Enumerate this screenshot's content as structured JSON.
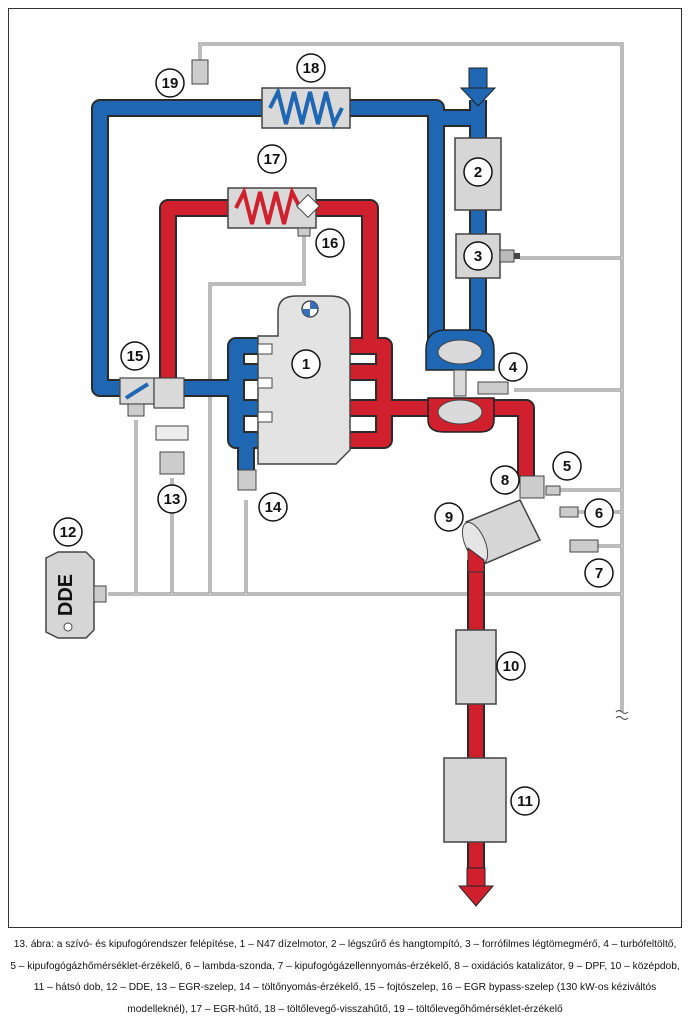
{
  "components": [
    {
      "id": "1",
      "label": "1"
    },
    {
      "id": "2",
      "label": "2"
    },
    {
      "id": "3",
      "label": "3"
    },
    {
      "id": "4",
      "label": "4"
    },
    {
      "id": "5",
      "label": "5"
    },
    {
      "id": "6",
      "label": "6"
    },
    {
      "id": "7",
      "label": "7"
    },
    {
      "id": "8",
      "label": "8"
    },
    {
      "id": "9",
      "label": "9"
    },
    {
      "id": "10",
      "label": "10"
    },
    {
      "id": "11",
      "label": "11"
    },
    {
      "id": "12",
      "label": "12"
    },
    {
      "id": "13",
      "label": "13"
    },
    {
      "id": "14",
      "label": "14"
    },
    {
      "id": "15",
      "label": "15"
    },
    {
      "id": "16",
      "label": "16"
    },
    {
      "id": "17",
      "label": "17"
    },
    {
      "id": "18",
      "label": "18"
    },
    {
      "id": "19",
      "label": "19"
    }
  ],
  "dde_label": "DDE",
  "colors": {
    "intake": "#1f66b3",
    "exhaust": "#d0202e",
    "housing": "#d9d9d9",
    "outline": "#333333"
  },
  "caption": "13. ábra: a szívó- és kipufogórendszer felépítése, 1 – N47 dízelmotor, 2 – légszűrő és hangtompító, 3 – forrófilmes légtömegmérő, 4 – turbófeltöltő, 5 – kipufogógázhőmérséklet-érzékelő, 6 – lambda-szonda, 7 – kipufogógázellennyomás-érzékelő, 8 – oxidációs katalizátor, 9 – DPF, 10 – középdob, 11 – hátsó dob, 12 – DDE, 13 – EGR-szelep, 14 – töltőnyomás-érzékelő, 15 – fojtószelep, 16 – EGR bypass-szelep (130 kW-os kéziváltós modelleknél), 17 – EGR-hűtő, 18 – töltőlevegő-visszahűtő, 19 – töltőlevegőhőmérséklet-érzékelő"
}
